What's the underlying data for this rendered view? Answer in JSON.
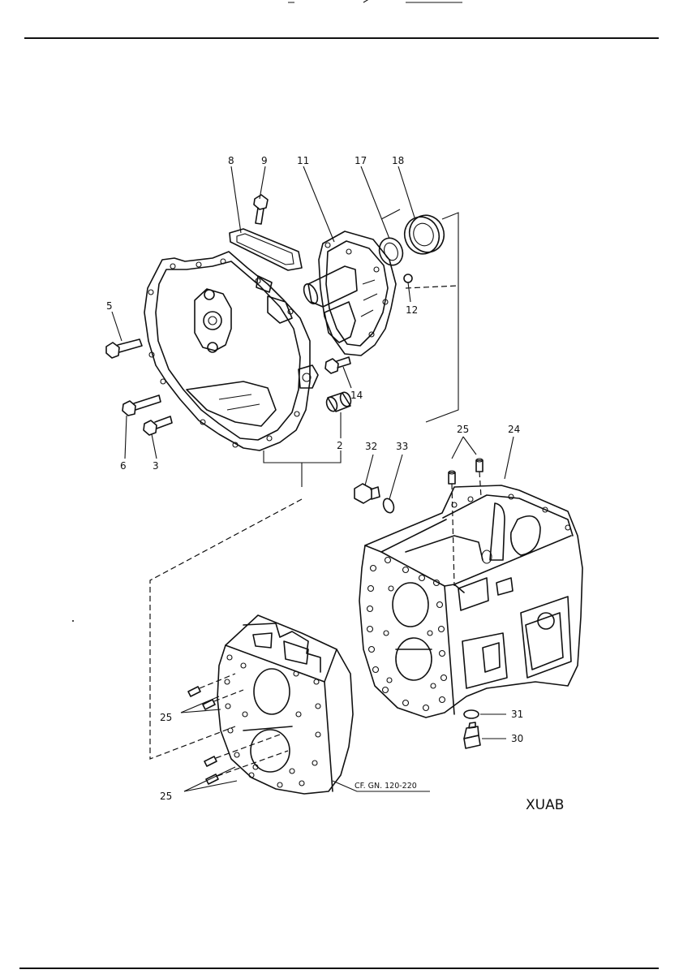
{
  "diagram": {
    "callouts": [
      {
        "id": "c8",
        "text": "8"
      },
      {
        "id": "c9",
        "text": "9"
      },
      {
        "id": "c11",
        "text": "11"
      },
      {
        "id": "c17",
        "text": "17"
      },
      {
        "id": "c18",
        "text": "18"
      },
      {
        "id": "c12",
        "text": "12"
      },
      {
        "id": "c5",
        "text": "5"
      },
      {
        "id": "c14",
        "text": "14"
      },
      {
        "id": "c6",
        "text": "6"
      },
      {
        "id": "c3",
        "text": "3"
      },
      {
        "id": "c2",
        "text": "2"
      },
      {
        "id": "c32",
        "text": "32"
      },
      {
        "id": "c33",
        "text": "33"
      },
      {
        "id": "c25a",
        "text": "25"
      },
      {
        "id": "c24",
        "text": "24"
      },
      {
        "id": "c31",
        "text": "31"
      },
      {
        "id": "c30",
        "text": "30"
      },
      {
        "id": "c25b",
        "text": "25"
      },
      {
        "id": "c25c",
        "text": "25"
      }
    ],
    "reference_note": "CF. GN. 120-220",
    "drawing_code": "XUAB"
  }
}
